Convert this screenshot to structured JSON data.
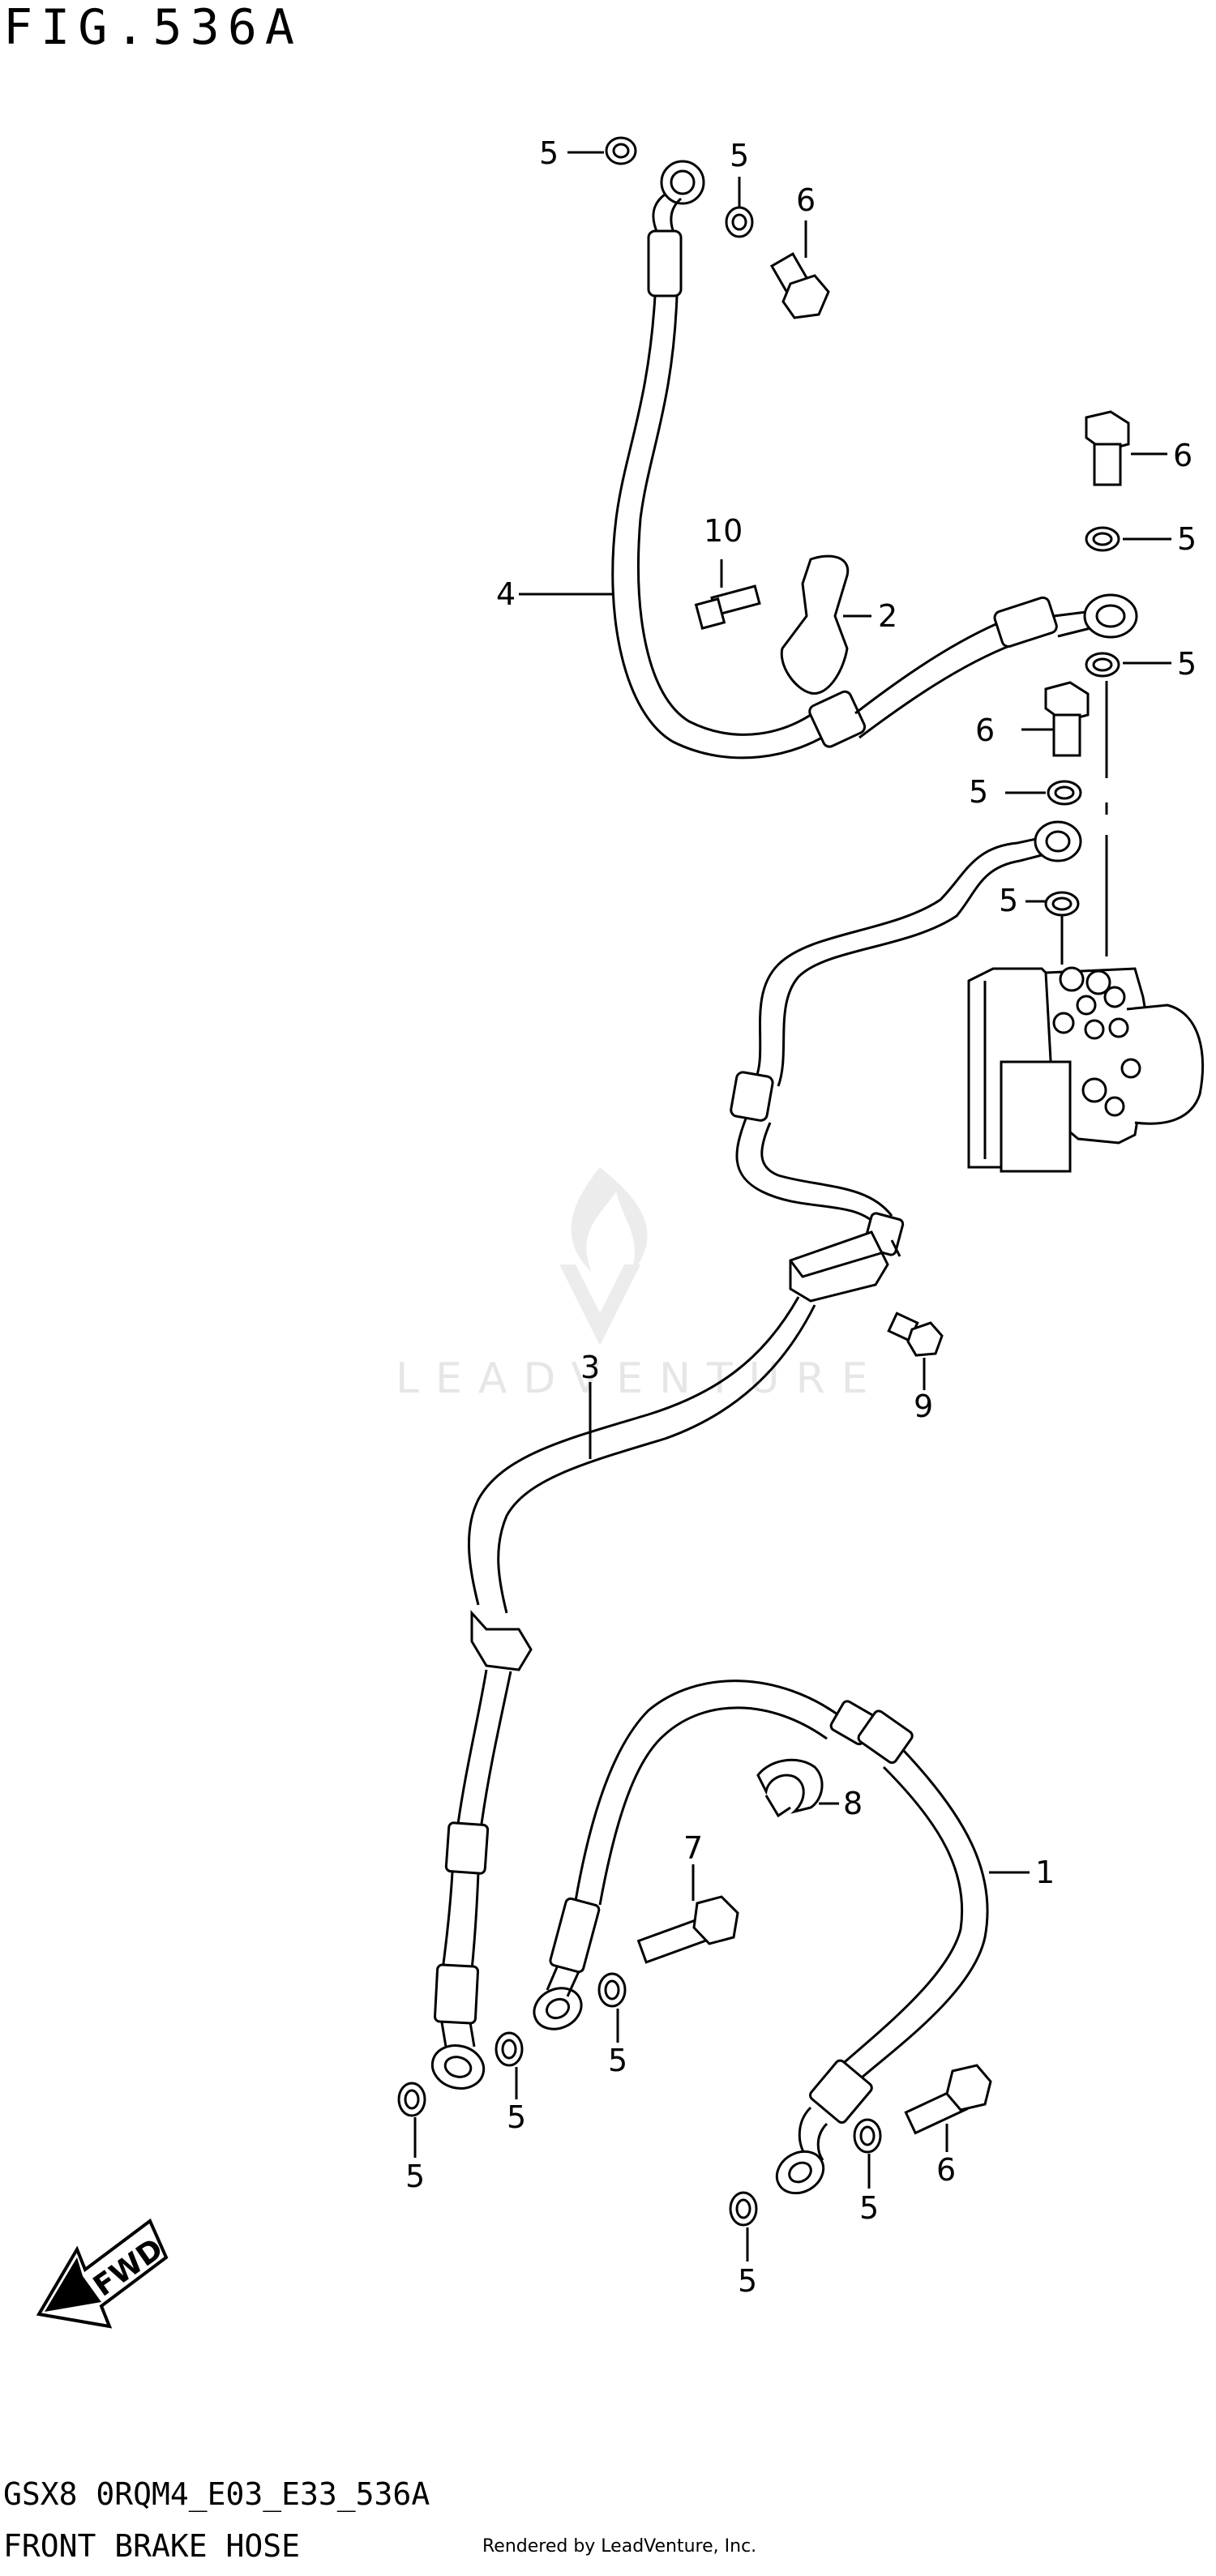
{
  "figure": {
    "title": "FIG.536A",
    "code": "GSX8 0RQM4_E03_E33_536A",
    "name": "FRONT BRAKE HOSE",
    "credit": "Rendered by LeadVenture, Inc."
  },
  "watermark": {
    "text": "LEADVENTURE"
  },
  "direction": {
    "label": "FWD"
  },
  "callouts": {
    "c5a": "5",
    "c5b": "5",
    "c6a": "6",
    "c6b": "6",
    "c5c": "5",
    "c10": "10",
    "c2": "2",
    "c4": "4",
    "c5d": "5",
    "c6c": "6",
    "c5e": "5",
    "c5f": "5",
    "c9": "9",
    "c3": "3",
    "c1": "1",
    "c8": "8",
    "c7": "7",
    "c5g": "5",
    "c5h": "5",
    "c5i": "5",
    "c6d": "6",
    "c5j": "5",
    "c5k": "5"
  }
}
